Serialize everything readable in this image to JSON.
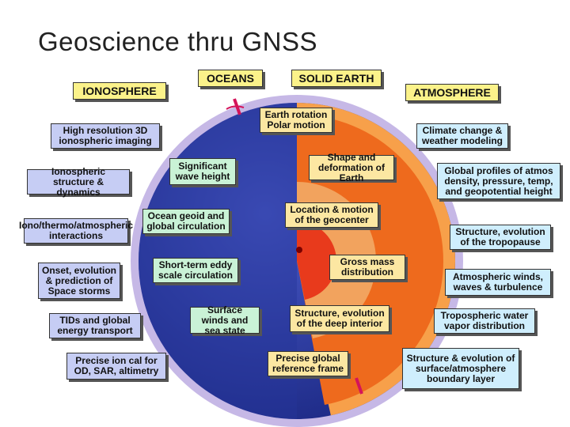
{
  "title": "Geoscience thru GNSS",
  "headers": {
    "ionosphere": "IONOSPHERE",
    "oceans": "OCEANS",
    "solid_earth": "SOLID EARTH",
    "atmosphere": "ATMOSPHERE"
  },
  "ionosphere": [
    "High resolution 3D ionospheric imaging",
    "Ionospheric structure & dynamics",
    "Iono/thermo/atmospheric interactions",
    "Onset, evolution & prediction of Space storms",
    "TIDs and global energy transport",
    "Precise ion cal for OD, SAR, altimetry"
  ],
  "oceans": [
    "Significant wave height",
    "Ocean geoid and global circulation",
    "Short-term eddy scale circulation",
    "Surface winds and sea state"
  ],
  "solid_earth": [
    "Earth rotation Polar motion",
    "Shape and deformation of Earth",
    "Location & motion of the geocenter",
    "Gross mass distribution",
    "Structure, evolution of the deep interior",
    "Precise global reference frame"
  ],
  "atmosphere": [
    "Climate change & weather modeling",
    "Global profiles of atmos density, pressure, temp, and geopotential height",
    "Structure, evolution of the tropopause",
    "Atmospheric winds, waves & turbulence",
    "Tropospheric water vapor distribution",
    "Structure & evolution of surface/atmosphere boundary layer"
  ],
  "colors": {
    "header_fill": "#fbf28a",
    "ionosphere_fill": "#c6cdf4",
    "oceans_fill": "#c9f2d6",
    "solid_earth_fill": "#fce7a2",
    "atmosphere_fill": "#cfeefd",
    "globe_ocean": "#2f3ea3",
    "globe_crust": "#f58b35",
    "globe_mantle": "#ee6a1d",
    "globe_core": "#e83a1c"
  }
}
